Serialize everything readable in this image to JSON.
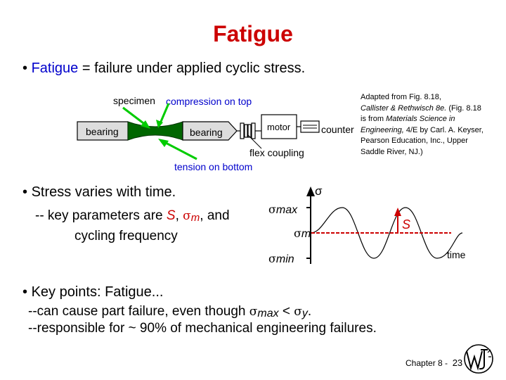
{
  "title": "Fatigue",
  "bullet1": {
    "term": "Fatigue",
    "rest": " = failure under applied cyclic stress."
  },
  "diagram": {
    "specimen": "specimen",
    "compression": "compression on top",
    "bearing": "bearing",
    "motor": "motor",
    "counter": "counter",
    "flex_coupling": "flex coupling",
    "tension": "tension on bottom"
  },
  "credit": {
    "line1": "Adapted from Fig. 8.18,",
    "book": "Callister & Rethwisch 8e.",
    "fig_prefix": " (Fig.",
    "line3_a": "8.18 is from ",
    "source_title": "Materials Science in Engineering,",
    "line_rest": " 4/E by Carl. A. Keyser, Pearson Education, Inc., Upper Saddle River, NJ.)"
  },
  "bullet2": {
    "text": "Stress varies with time.",
    "sub_a": "-- key parameters are ",
    "S": "S",
    "sep1": ", ",
    "sigma": "σ",
    "m": "m",
    "sep2": ", and",
    "line2": "cycling frequency"
  },
  "plot": {
    "sigma": "σ",
    "max": "max",
    "m": "m",
    "min": "min",
    "S": "S",
    "time": "time"
  },
  "bullet3": {
    "text": "Key points:  Fatigue...",
    "line1_a": "--can cause part failure, even though ",
    "sigma": "σ",
    "max": "max",
    "lt": " < ",
    "y": "y",
    "period": ".",
    "line2": "--responsible for ~ 90% of mechanical engineering failures."
  },
  "footer": {
    "chapter": "Chapter 8 -",
    "page": "23"
  }
}
